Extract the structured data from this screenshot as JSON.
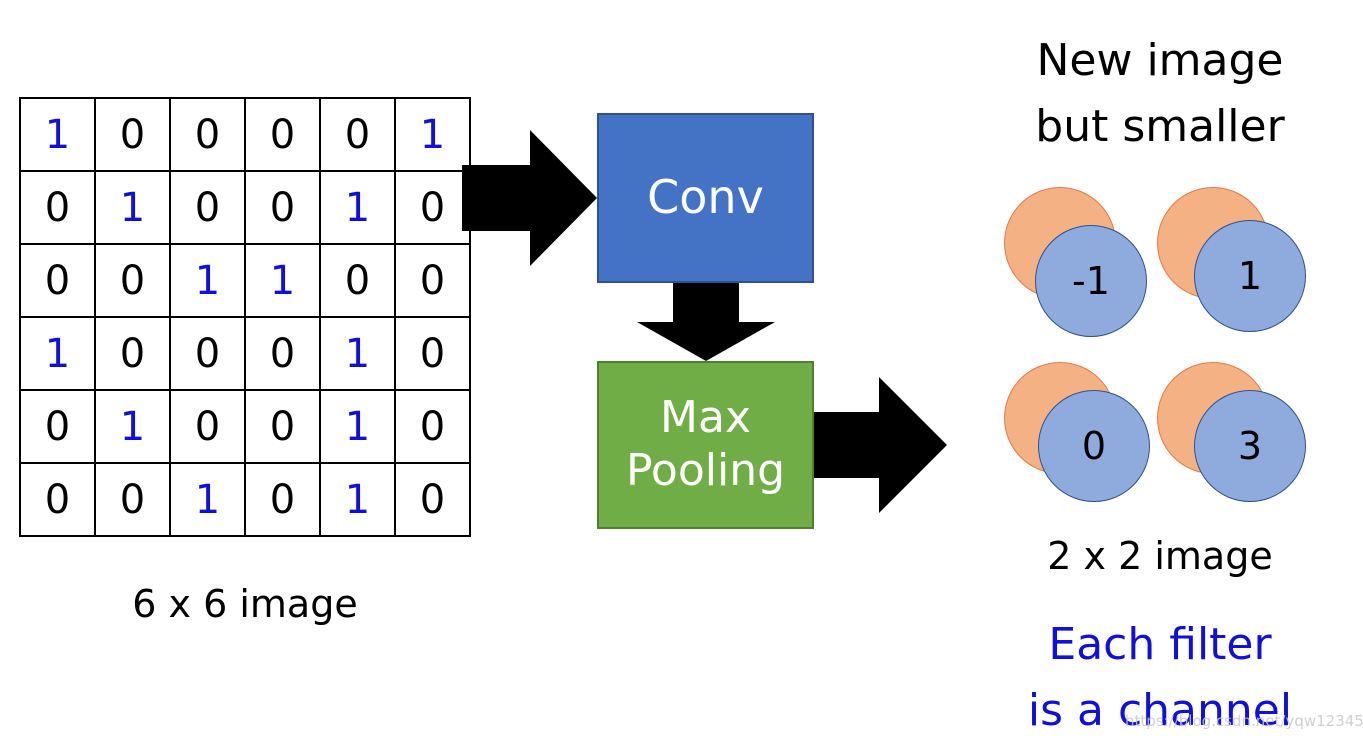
{
  "grid": {
    "rows": [
      [
        "1",
        "0",
        "0",
        "0",
        "0",
        "1"
      ],
      [
        "0",
        "1",
        "0",
        "0",
        "1",
        "0"
      ],
      [
        "0",
        "0",
        "1",
        "1",
        "0",
        "0"
      ],
      [
        "1",
        "0",
        "0",
        "0",
        "1",
        "0"
      ],
      [
        "0",
        "1",
        "0",
        "0",
        "1",
        "0"
      ],
      [
        "0",
        "0",
        "1",
        "0",
        "1",
        "0"
      ]
    ],
    "caption": "6 x 6 image"
  },
  "conv": {
    "label": "Conv"
  },
  "pooling": {
    "line1": "Max",
    "line2": "Pooling"
  },
  "output": {
    "title_line1": "New image",
    "title_line2": "but smaller",
    "values": [
      "-1",
      "1",
      "0",
      "3"
    ],
    "caption": "2 x 2 image",
    "note_line1": "Each filter",
    "note_line2": "is a channel"
  },
  "colors": {
    "one_digit": "#1010d8",
    "conv_fill": "#4472c4",
    "pool_fill": "#70ad47",
    "back_circle": "#f4b183",
    "front_circle": "#8faadc",
    "note_text": "#1010d8"
  },
  "watermark": "https://blog.csdn.net/yqw123456"
}
